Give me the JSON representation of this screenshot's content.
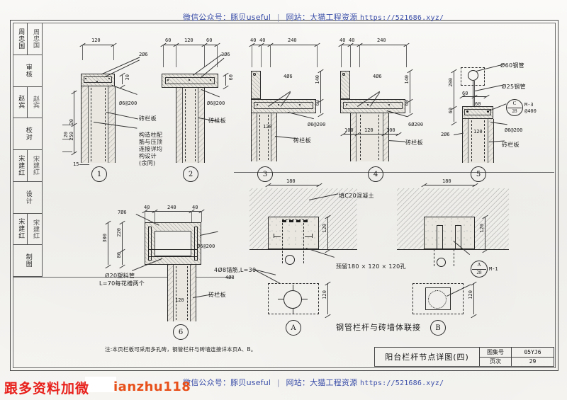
{
  "watermark": {
    "top_cn": "微信公众号：豚贝useful",
    "top_site": "网站：大猫工程资源",
    "top_url": "https://521686.xyz/",
    "bottom_cn": "微信公众号：豚贝useful",
    "bottom_site": "网站：大猫工程资源",
    "bottom_url": "https://521686.xyz/",
    "red_text": "跟多资料加微",
    "orange_text": "ianzhu118",
    "separator": "|"
  },
  "signature_strip": [
    {
      "label": "周忠国",
      "signature": "周忠国"
    },
    {
      "label": "审核",
      "signature": ""
    },
    {
      "label": "赵宾",
      "signature": "赵宾"
    },
    {
      "label": "校对",
      "signature": ""
    },
    {
      "label": "宋建红",
      "signature": "宋建红"
    },
    {
      "label": "设计",
      "signature": ""
    },
    {
      "label": "宋建红",
      "signature": "宋建红"
    },
    {
      "label": "制图",
      "signature": ""
    }
  ],
  "details": {
    "d1": {
      "bubble": "1",
      "dim_top": "120",
      "dim_left_a": "20",
      "dim_left_b": "250",
      "dim_left_c": "20",
      "dim_right": "30",
      "dim_bottom": "15",
      "rebar_top": "2Ø6",
      "stirrup": "Ø6@200",
      "panel": "砖栏板",
      "note_l1": "构造柱配",
      "note_l2": "筋与压顶",
      "note_l3": "连接详均",
      "note_l4": "构设计",
      "note_l5": "(余同)"
    },
    "d2": {
      "bubble": "2",
      "dim_a": "60",
      "dim_b": "120",
      "dim_c": "60",
      "dim_right": "60",
      "rebar_top": "3Ø6",
      "stirrup": "Ø6@200",
      "panel": "砖栏板"
    },
    "d3": {
      "bubble": "3",
      "dim_a": "40",
      "dim_b": "40",
      "dim_c": "240",
      "dim_h1": "140",
      "dim_h2": "60",
      "dim_w": "120",
      "rebar_top": "4Ø6",
      "stirrup": "Ø6@200",
      "panel": "砖栏板"
    },
    "d4": {
      "bubble": "4",
      "dim_a": "40",
      "dim_b": "40",
      "dim_c": "240",
      "dim_h1": "140",
      "dim_h2": "60",
      "dim_l": "100",
      "dim_m": "120",
      "dim_r": "100",
      "rebar_top": "4Ø6",
      "stirrup": "6Ø200",
      "panel": "砖栏板"
    },
    "d5": {
      "bubble": "5",
      "pipe_big": "Ø60钢管",
      "pipe_small": "Ø25钢管",
      "dim_h": "200",
      "dim_h2": "60",
      "dim_a": "60",
      "dim_b": "60",
      "dim_w": "120",
      "rebar": "2Ø6",
      "stirrup": "Ø6@200",
      "panel": "砖栏板",
      "ref_top": "C",
      "ref_bot": "28",
      "ref_code": "M-3",
      "ref_spacing": "@400"
    },
    "d6": {
      "bubble": "6",
      "dim_a": "40",
      "dim_b": "240",
      "dim_c": "40",
      "dim_h1": "300",
      "dim_h2": "220",
      "dim_h3": "80",
      "dim_w": "120",
      "rebar_top": "7Ø6",
      "stirrup": "Ø6@200",
      "rebar_side": "4Ø8",
      "panel": "砖栏板",
      "sleeve_l1": "Ø20塑料管",
      "sleeve_l2": "L=70每花槽两个"
    },
    "dA": {
      "bubble": "A",
      "dim_w": "180",
      "dim_h": "120",
      "dim_plan": "120",
      "fill": "填C20混凝土",
      "hole": "预留180 × 120 × 120孔",
      "anchor": "4Ø8锚筋,L=30"
    },
    "dB": {
      "bubble": "B",
      "dim_w": "180",
      "dim_h": "120",
      "dim_plan": "120",
      "ref_top": "A",
      "ref_bot": "28",
      "ref_code": "M-1"
    }
  },
  "captions": {
    "group_caption": "钢管栏杆与砖墙体联接",
    "note": "注:本页栏板可采用多孔砖，钢管栏杆与砖墙连接详本页A、B。"
  },
  "title_block": {
    "drawing_name": "阳台栏杆节点详图(四)",
    "atlas_key": "图集号",
    "atlas_value": "05YJ6",
    "page_key": "页次",
    "page_value": "29"
  }
}
